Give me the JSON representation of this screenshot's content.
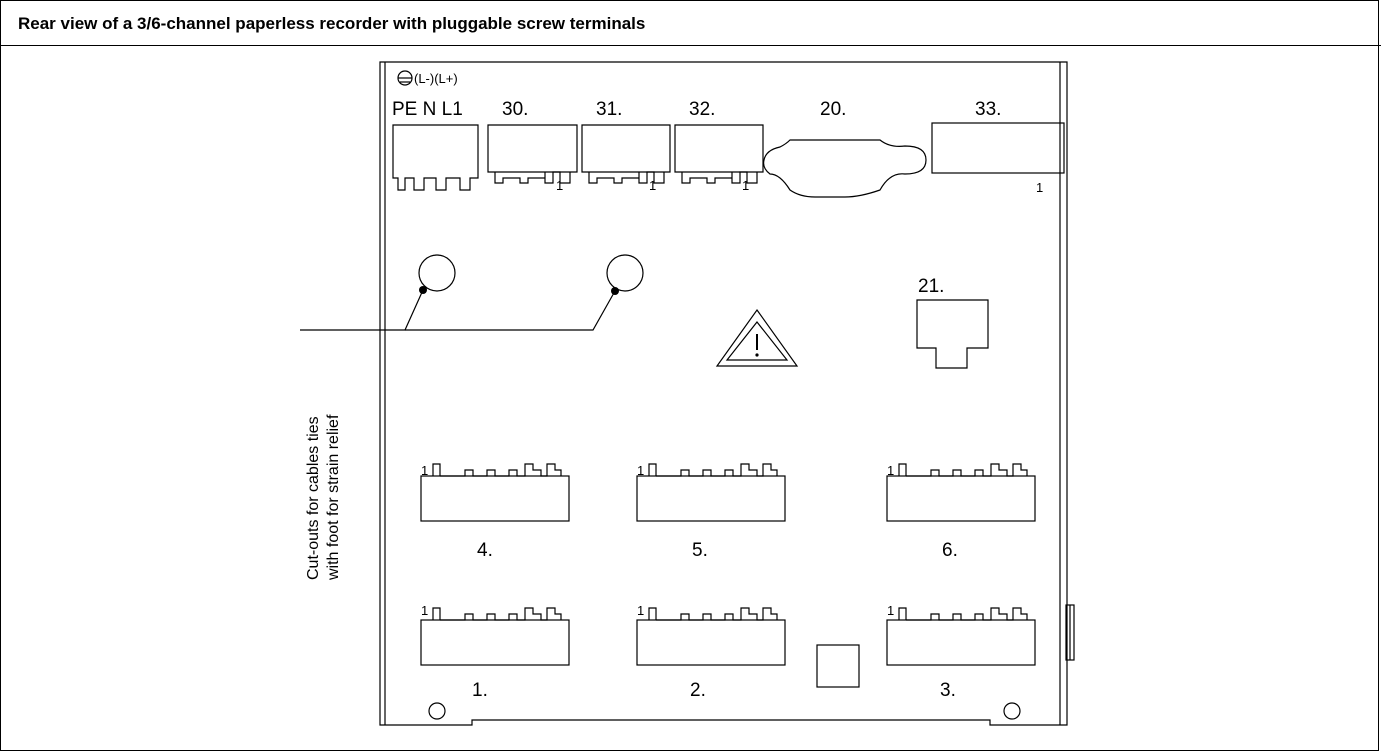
{
  "title": "Rear view of a 3/6-channel paperless recorder with pluggable screw terminals",
  "power": {
    "symbols": "(L-)(L+)",
    "labels": "PE N  L1"
  },
  "connectors": {
    "c30": "30.",
    "c31": "31.",
    "c32": "32.",
    "c20": "20.",
    "c33": "33.",
    "c21": "21.",
    "c4": "4.",
    "c5": "5.",
    "c6": "6.",
    "c1": "1.",
    "c2": "2.",
    "c3": "3.",
    "pin_one": "1"
  },
  "callout": {
    "line1": "Cut-outs for cables ties",
    "line2": "with foot for strain relief"
  }
}
